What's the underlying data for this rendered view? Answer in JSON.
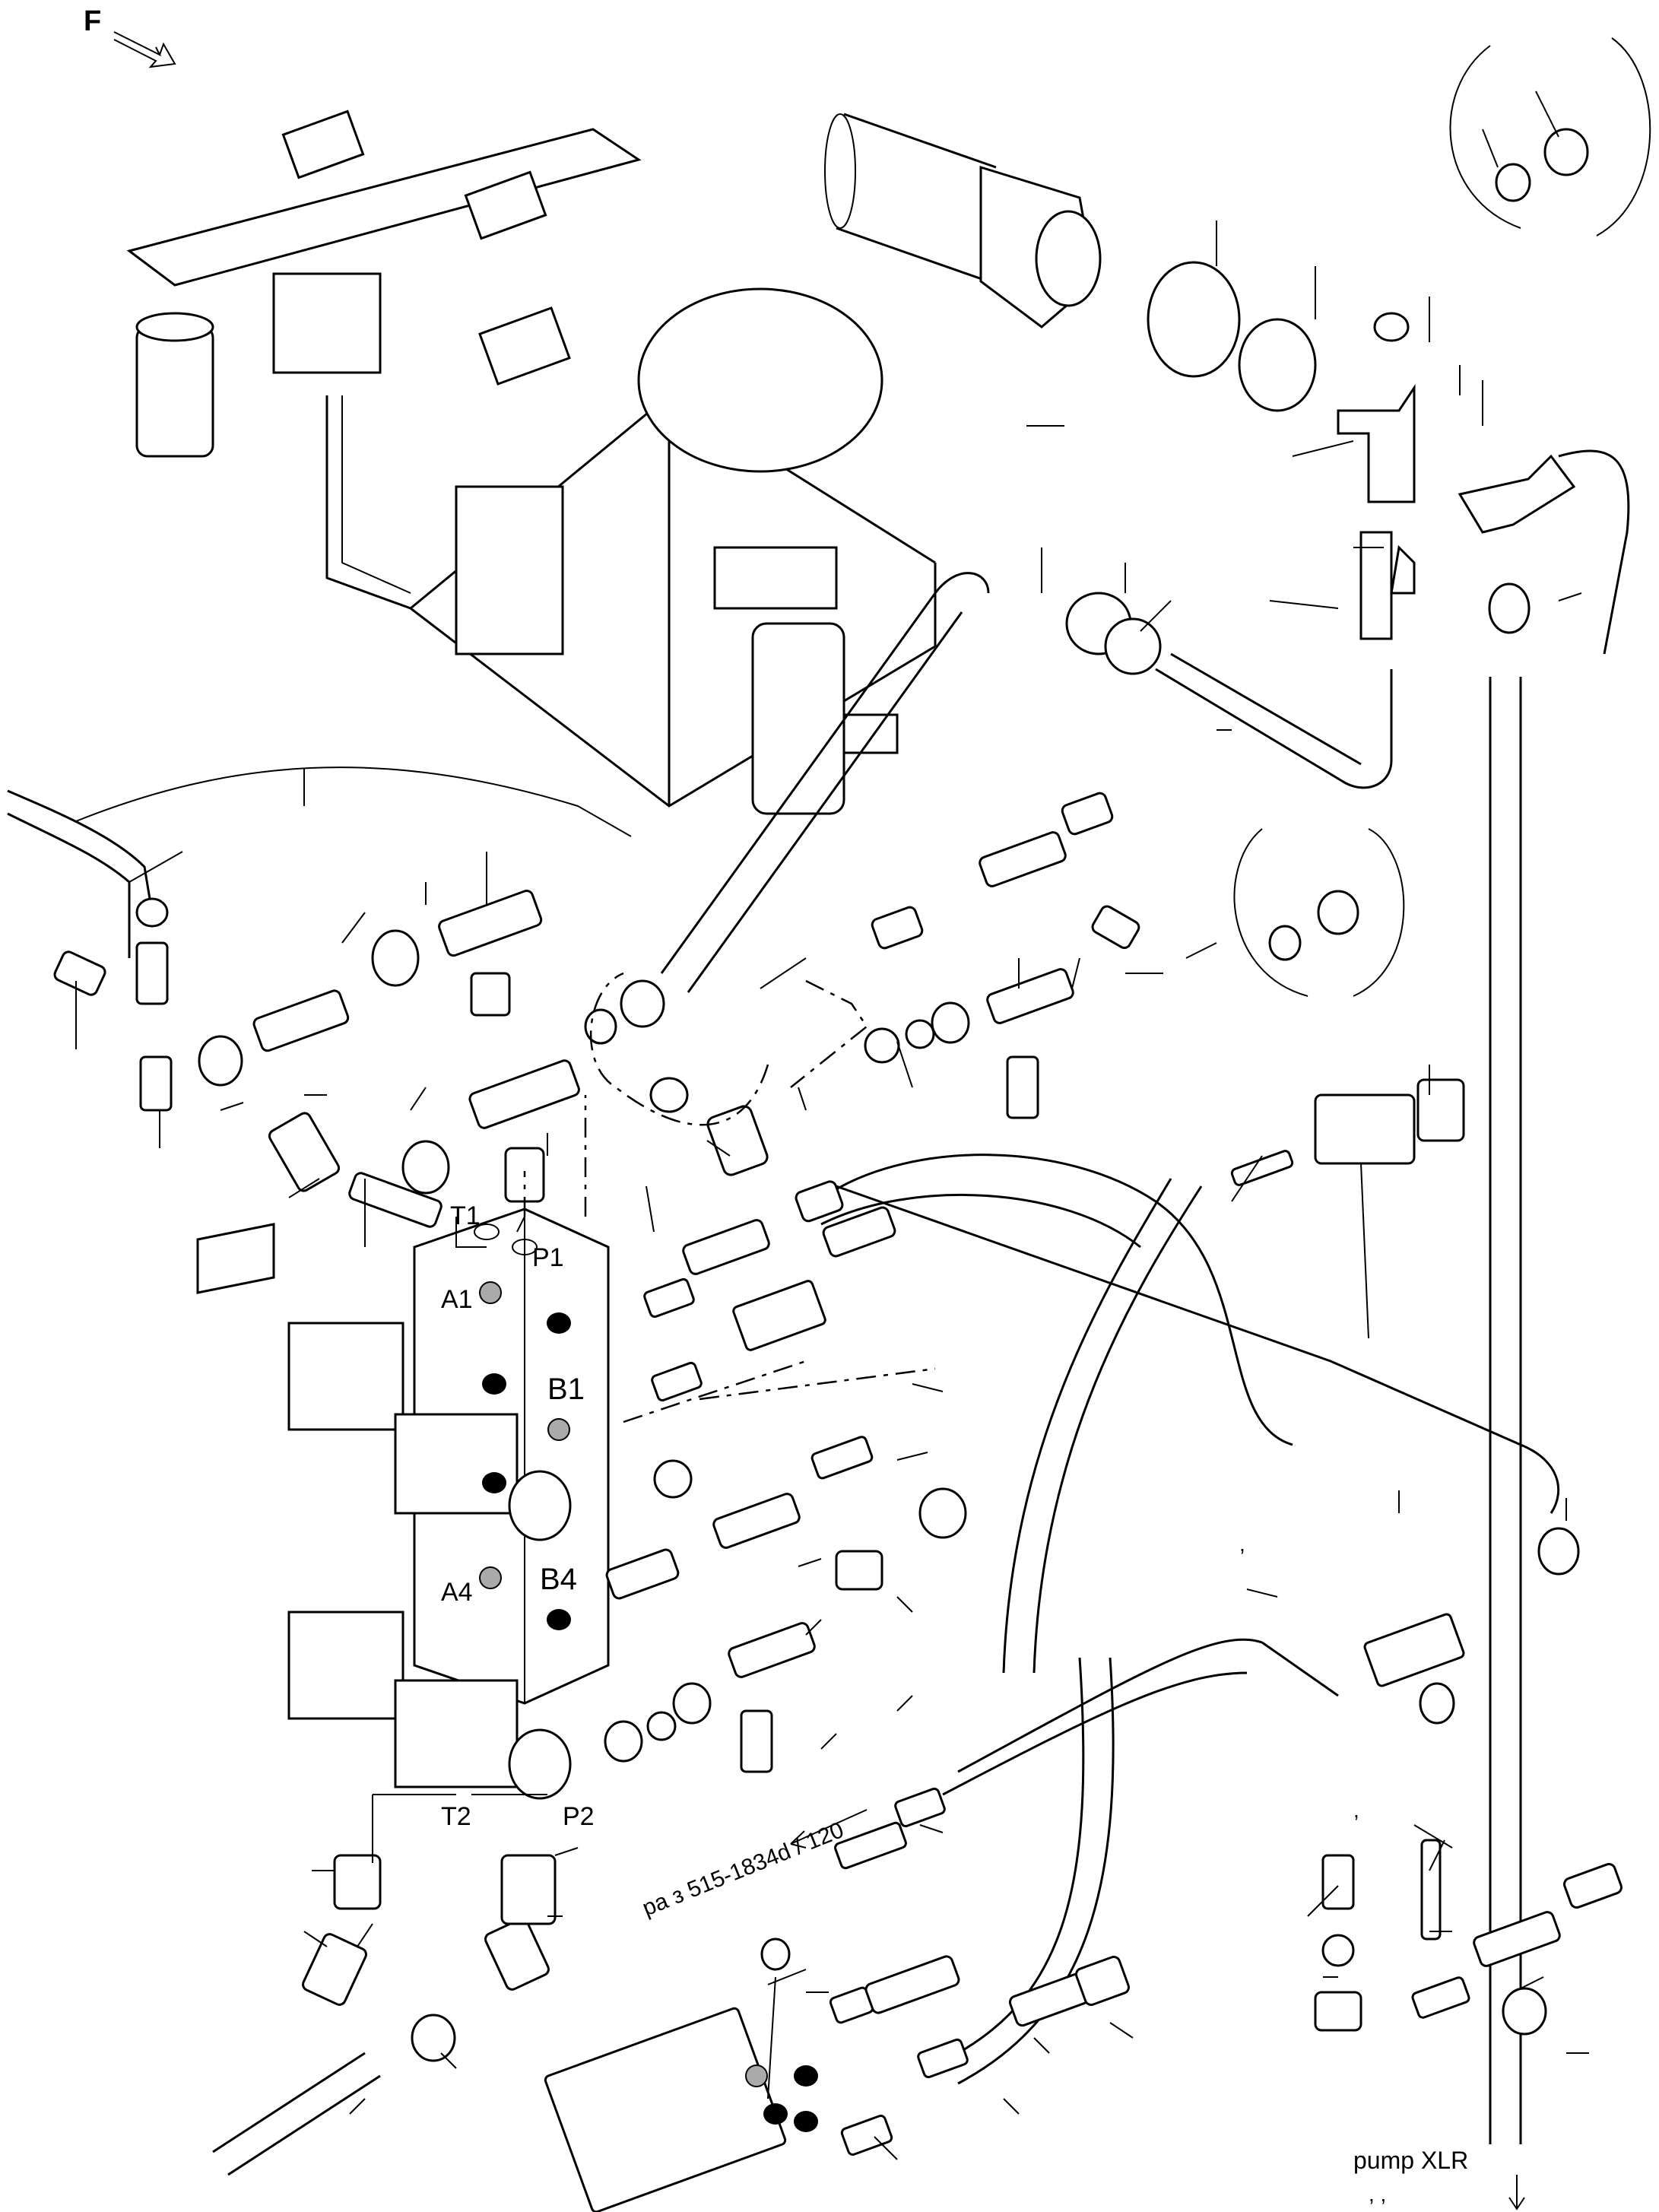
{
  "header": {
    "front_marker": "F"
  },
  "valve_block": {
    "ports": {
      "t1": "T1",
      "p1": "P1",
      "a1": "A1",
      "b1": "B1",
      "a4": "A4",
      "b4": "B4",
      "t2": "T2",
      "p2": "P2"
    }
  },
  "notes": {
    "reference": "pa   з 515-1834d / 120",
    "pump": "pump XLR",
    "comma_marks": ", ,",
    "tick_mark_1": ",",
    "tick_mark_2": ","
  }
}
